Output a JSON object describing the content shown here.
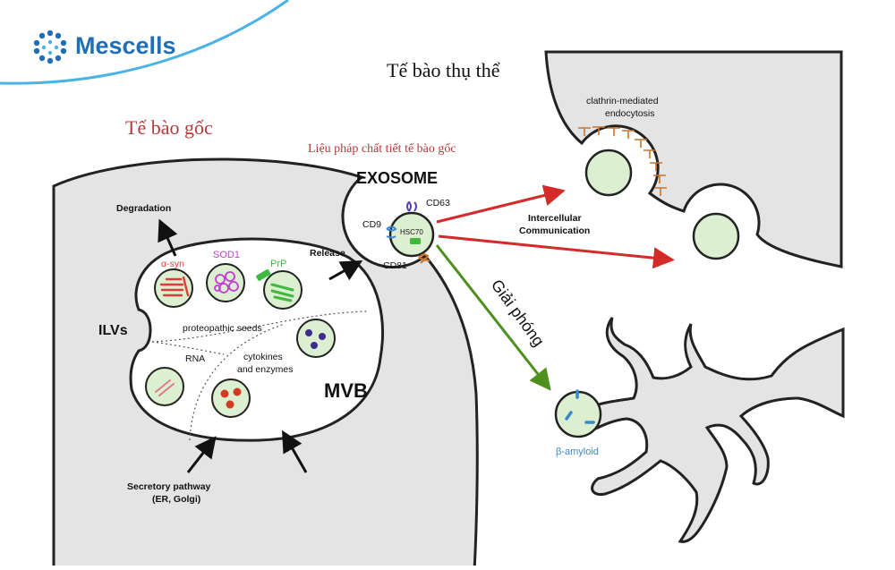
{
  "brand": {
    "name": "Mescells",
    "accent": "#1E6FB8",
    "swoosh_color": "#49B3E8",
    "logo_icon": "molecule-ring-icon"
  },
  "titles": {
    "stem_cell": "Tế bào gốc",
    "receptor_cell": "Tế bào thụ thể",
    "therapy": "Liệu pháp chất tiết tế bào gốc",
    "exosome": "EXOSOME"
  },
  "labels": {
    "degradation": "Degradation",
    "release": "Release",
    "ilvs": "ILVs",
    "mvb": "MVB",
    "alpha_syn": "α-syn",
    "sod1": "SOD1",
    "prp": "PrP",
    "proteopathic_seeds": "proteopathic seeds",
    "rna": "RNA",
    "cytokines_line1": "cytokines",
    "cytokines_line2": "and enzymes",
    "secretory_line1": "Secretory pathway",
    "secretory_line2": "(ER, Golgi)",
    "cd63": "CD63",
    "cd9": "CD9",
    "hsc70": "HSC70",
    "cd81": "CD81",
    "intercellular_line1": "Intercellular",
    "intercellular_line2": "Communication",
    "clathrin_line1": "clathrin-mediated",
    "clathrin_line2": "endocytosis",
    "release_vi": "Giải phóng",
    "beta_amyloid": "β-amyloid"
  },
  "colors": {
    "cell_fill": "#E4E4E4",
    "outline": "#222222",
    "vesicle_fill": "#DCEFD0",
    "arrow_red": "#D42A2A",
    "arrow_green": "#4E8F1E",
    "title_red": "#B53A3A",
    "alpha_syn": "#E23A3A",
    "sod1": "#C23BD6",
    "prp": "#3FB93F",
    "cytokine_dots": "#3A2D8F",
    "enzyme_dots": "#D23B22",
    "rna_strands": "#E07A8C",
    "clathrin": "#C9742B",
    "amyloid": "#3A87C9"
  }
}
